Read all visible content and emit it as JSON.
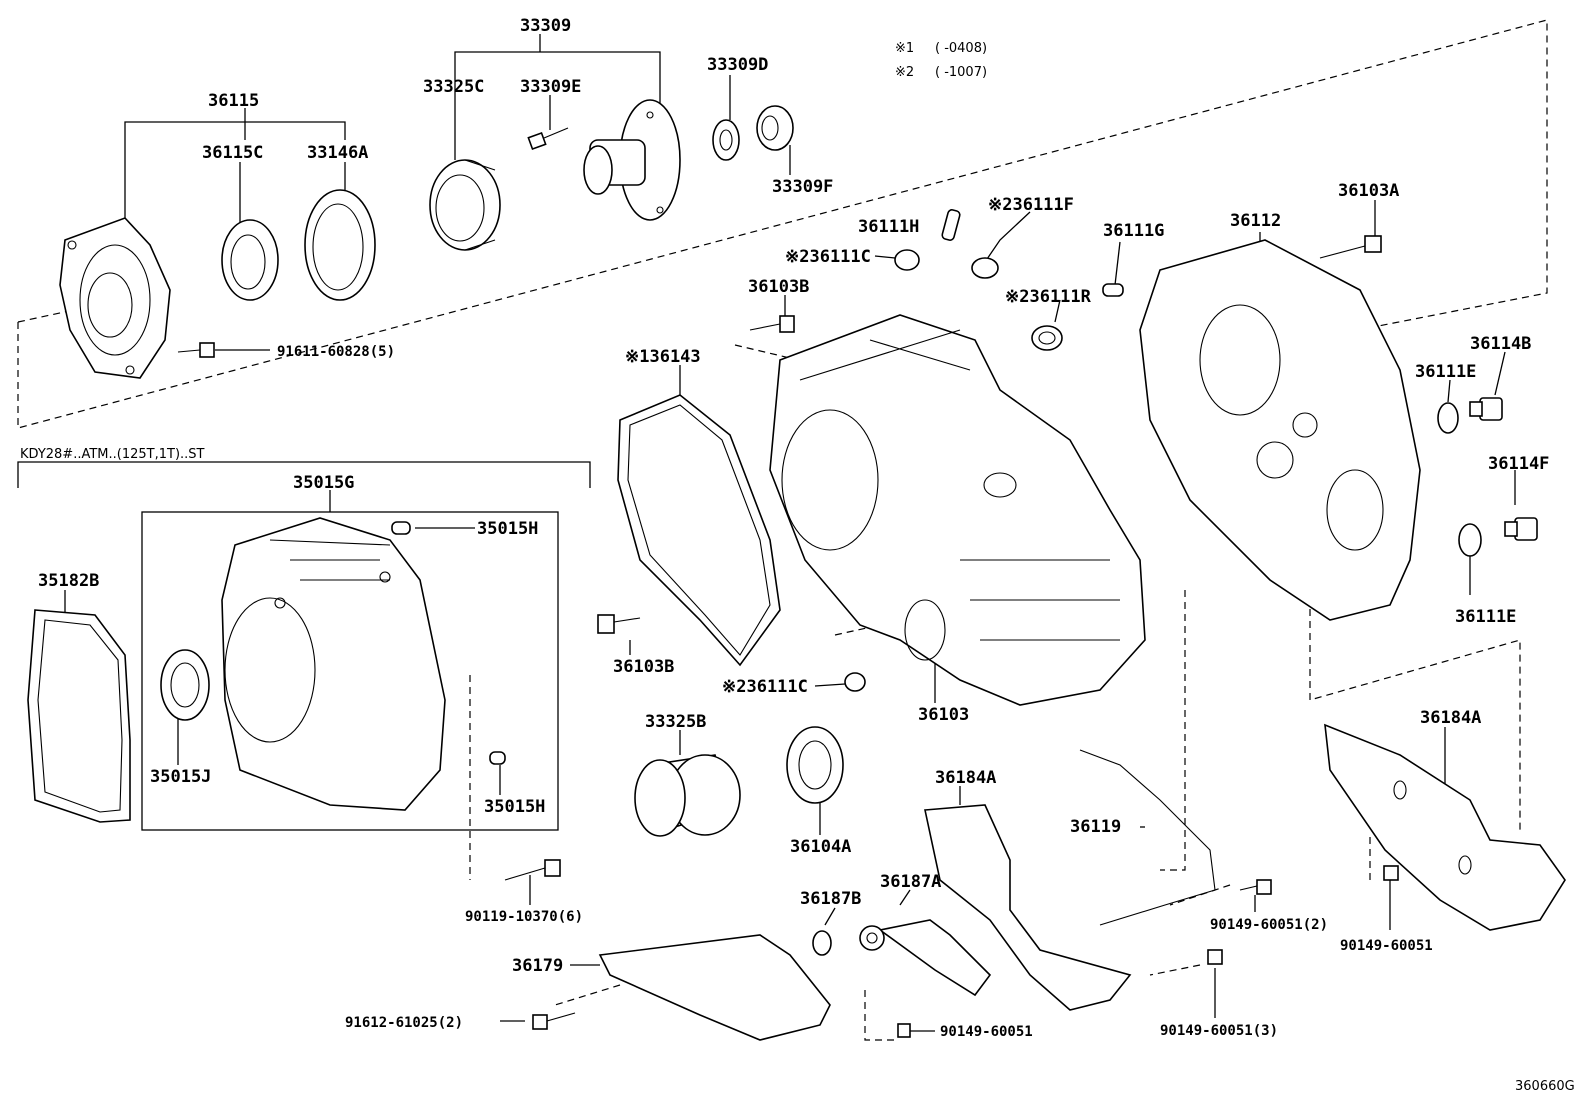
{
  "diagram_id": "360660G",
  "legend": {
    "note1_mark": "※1",
    "note1_text": "(      -0408)",
    "note2_mark": "※2",
    "note2_text": "(      -1007)"
  },
  "variant_heading": "KDY28#..ATM..(125T,1T)..ST",
  "labels": {
    "p33309": "33309",
    "p33325C": "33325C",
    "p33309E": "33309E",
    "p33309D": "33309D",
    "p33309F": "33309F",
    "p36115": "36115",
    "p36115C": "36115C",
    "p33146A": "33146A",
    "p91611": "91611-60828(5)",
    "p36111H": "36111H",
    "p36111F": "※236111F",
    "p36111C_top": "※236111C",
    "p36111G": "36111G",
    "p36103A": "36103A",
    "p36112": "36112",
    "p36103B_top": "36103B",
    "p36111R": "※236111R",
    "p36143": "※136143",
    "p36114B": "36114B",
    "p36111E_top": "36111E",
    "p36114F": "36114F",
    "p36111E_bot": "36111E",
    "p35015G": "35015G",
    "p35015H_top": "35015H",
    "p35182B": "35182B",
    "p35015J": "35015J",
    "p35015H_bot": "35015H",
    "p36103B_bot": "36103B",
    "p36111C_bot": "※236111C",
    "p36103": "36103",
    "p33325B": "33325B",
    "p36104A": "36104A",
    "p36184A_mid": "36184A",
    "p36184A_right": "36184A",
    "p36119": "36119",
    "p36187B": "36187B",
    "p36187A": "36187A",
    "p90119": "90119-10370(6)",
    "p36179": "36179",
    "p91612": "91612-61025(2)",
    "p90149_2": "90149-60051(2)",
    "p90149_r": "90149-60051",
    "p90149_3": "90149-60051(3)",
    "p90149_b": "90149-60051"
  }
}
